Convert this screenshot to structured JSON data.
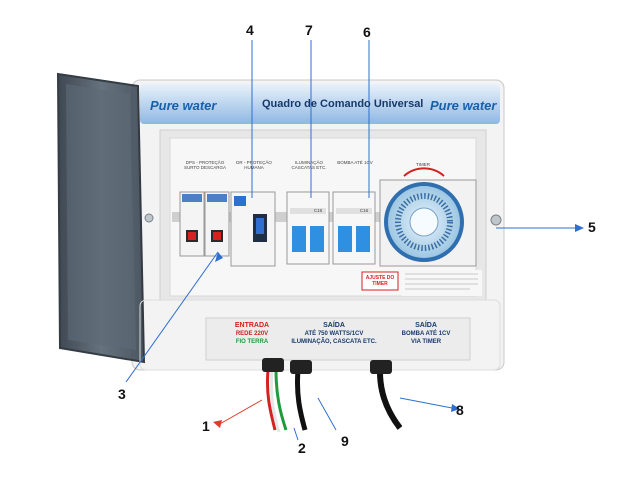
{
  "panel": {
    "brand_left": "Pure water",
    "brand_right": "Pure water",
    "title": "Quadro de Comando Universal"
  },
  "module_labels": {
    "dps": "DPS - PROTEÇÃO SURTO DESCARGA",
    "dr": "DR - PROTEÇÃO HUMANA",
    "iluminacao": "ILUMINAÇÃO CASCATAS ETC.",
    "bomba": "BOMBA ATÉ 1CV",
    "timer": "TIMER"
  },
  "ajuste_timer": "AJUSTE DO TIMER",
  "breaker_rating": "C16",
  "plate": {
    "entrada": {
      "title": "ENTRADA",
      "line1": "REDE 220V",
      "line2": "FIO TERRA"
    },
    "saida1": {
      "title": "SAÍDA",
      "line1": "ATÉ 750 WATTS/1CV",
      "line2": "ILUMINAÇÃO, CASCATA ETC."
    },
    "saida2": {
      "title": "SAÍDA",
      "line1": "BOMBA ATÉ 1CV",
      "line2": "VIA TIMER"
    }
  },
  "callouts": [
    "1",
    "2",
    "3",
    "4",
    "5",
    "6",
    "7",
    "8",
    "9"
  ],
  "colors": {
    "brand_blue": "#1a5fa8",
    "entrada_red": "#d32020",
    "entrada_green": "#1e9b3a",
    "arrow_red": "#e03a2a",
    "arrow_blue": "#2f6fd0"
  }
}
